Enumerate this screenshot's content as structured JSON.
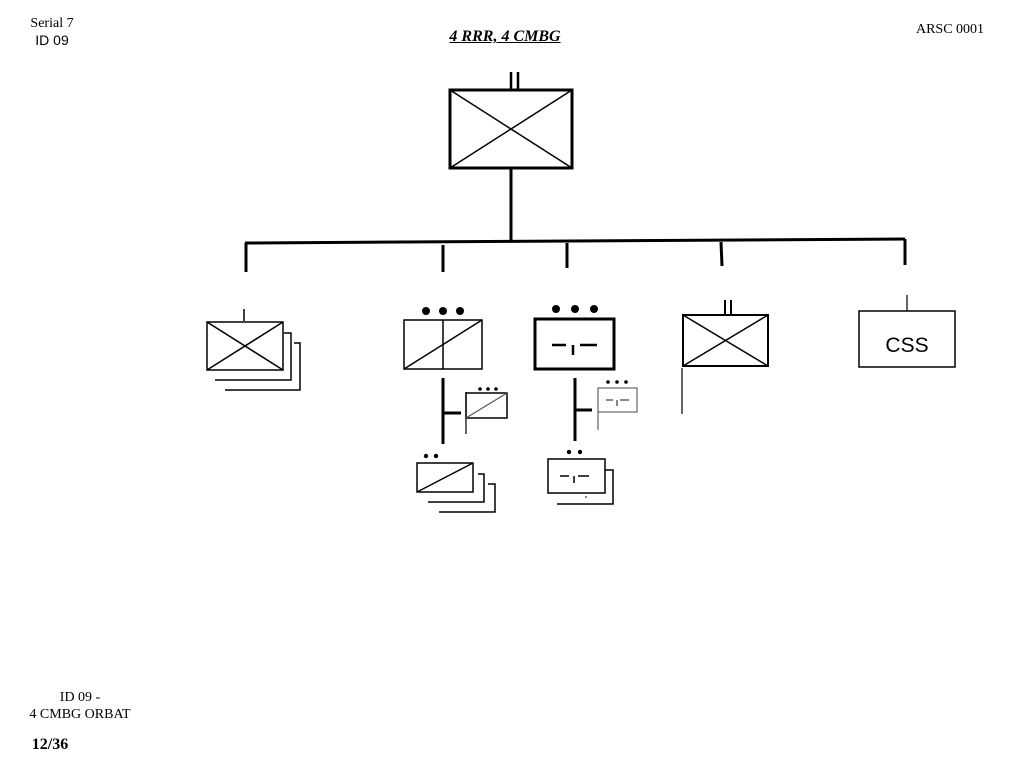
{
  "header": {
    "serial": "Serial 7",
    "id": "ID 09",
    "title": "4 RRR, 4 CMBG",
    "reference": "ARSC 0001"
  },
  "footer": {
    "slide_label_line1": "ID 09 -",
    "slide_label_line2": "4 CMBG ORBAT",
    "page_number": "12/36"
  },
  "diagram": {
    "css_unit_label": "CSS",
    "line_color": "#000000",
    "background": "#ffffff",
    "units": [
      {
        "id": "hq",
        "symbol": "infantry",
        "echelon": "regiment"
      },
      {
        "id": "unit-1",
        "symbol": "infantry",
        "echelon": "company",
        "stacked": true
      },
      {
        "id": "unit-2",
        "symbol": "armour-recce",
        "echelon": "platoon"
      },
      {
        "id": "unit-3",
        "symbol": "engineer-recce",
        "echelon": "platoon"
      },
      {
        "id": "unit-4",
        "symbol": "infantry",
        "echelon": "regiment"
      },
      {
        "id": "unit-5",
        "symbol": "css-box",
        "echelon": "none"
      }
    ]
  }
}
